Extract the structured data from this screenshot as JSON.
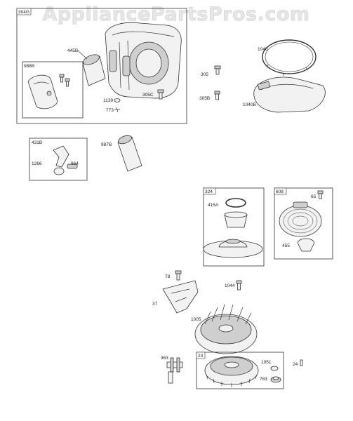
{
  "watermark": "AppliancePartsPros.com",
  "groups": {
    "g304G": "304G",
    "g988B": "988B",
    "g431B": "431B",
    "g324": "324",
    "g608": "608",
    "g23": "23"
  },
  "labels": {
    "p445B": "445B",
    "p1040": "1040",
    "p305": "305",
    "p305B": "305B",
    "p1040B": "1040B",
    "p1139": "1139",
    "p773": "773",
    "p305C": "305C",
    "p987B": "987B",
    "p1266": "1266",
    "p964": "964",
    "p415A": "415A",
    "p65": "65",
    "p455": "455",
    "p78": "78",
    "p1044": "1044",
    "p37": "37",
    "p1005": "1005",
    "p363": "363",
    "p1051": "1051",
    "p24": "24",
    "p783": "783"
  }
}
